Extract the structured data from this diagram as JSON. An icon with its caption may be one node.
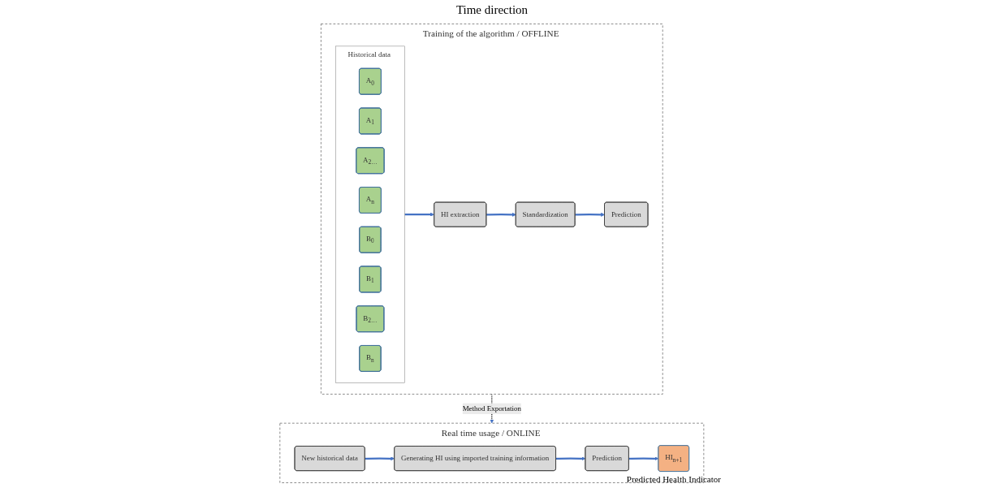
{
  "diagram": {
    "nodes": [
      {
        "text": [
          "Training of the algorithm / OFFLINE"
        ]
      },
      {
        "text": [
          "Historical data"
        ],
        "in": 0
      },
      {
        "text": [
          "A$_{0}$"
        ],
        "in": 1
      },
      {
        "text": [
          "A$_{1}$"
        ],
        "in": 1
      },
      {
        "text": [
          "A$_{2…}$"
        ],
        "in": 1
      },
      {
        "text": [
          "A$_{n}$"
        ],
        "in": 1
      },
      {
        "text": [
          "B$_{0}$"
        ],
        "in": 1
      },
      {
        "text": [
          "B$_{1}$"
        ],
        "in": 1
      },
      {
        "text": [
          "B$_{2…}$"
        ],
        "in": 1
      },
      {
        "text": [
          "B$_{n}$"
        ],
        "in": 1
      },
      {
        "text": [
          "HI extraction"
        ],
        "in": 0
      },
      {
        "text": [
          "Standardization"
        ],
        "in": 0
      },
      {
        "text": [
          "Prediction"
        ],
        "in": 0
      },
      {
        "text": [
          "Real time usage / ONLINE"
        ]
      },
      {
        "text": [
          "New historical data"
        ],
        "in": 13
      },
      {
        "text": [
          "Generating HI using imported training information"
        ],
        "in": 13
      },
      {
        "text": [
          "Prediction"
        ],
        "in": 13
      },
      {
        "text": [
          "HI$_{n+1}$"
        ],
        "in": 13,
        "beside": [
          "Predicted Health Indicator"
        ]
      }
    ],
    "edges": [
      {
        "from": 1,
        "to": 10,
        "arrow": "to"
      },
      {
        "from": 10,
        "to": 11,
        "arrow": "to"
      },
      {
        "from": 11,
        "to": 12,
        "arrow": "to"
      },
      {
        "from": 0,
        "to": 13,
        "arrow": "to",
        "label": "Method Exportation",
        "style": "dashed",
        "color": "#000000"
      },
      {
        "from": 14,
        "to": 15,
        "arrow": "to"
      },
      {
        "from": 15,
        "to": 16,
        "arrow": "to"
      },
      {
        "from": 16,
        "to": 17,
        "arrow": "to"
      }
    ],
    "labels": [
      "Time direction"
    ]
  }
}
